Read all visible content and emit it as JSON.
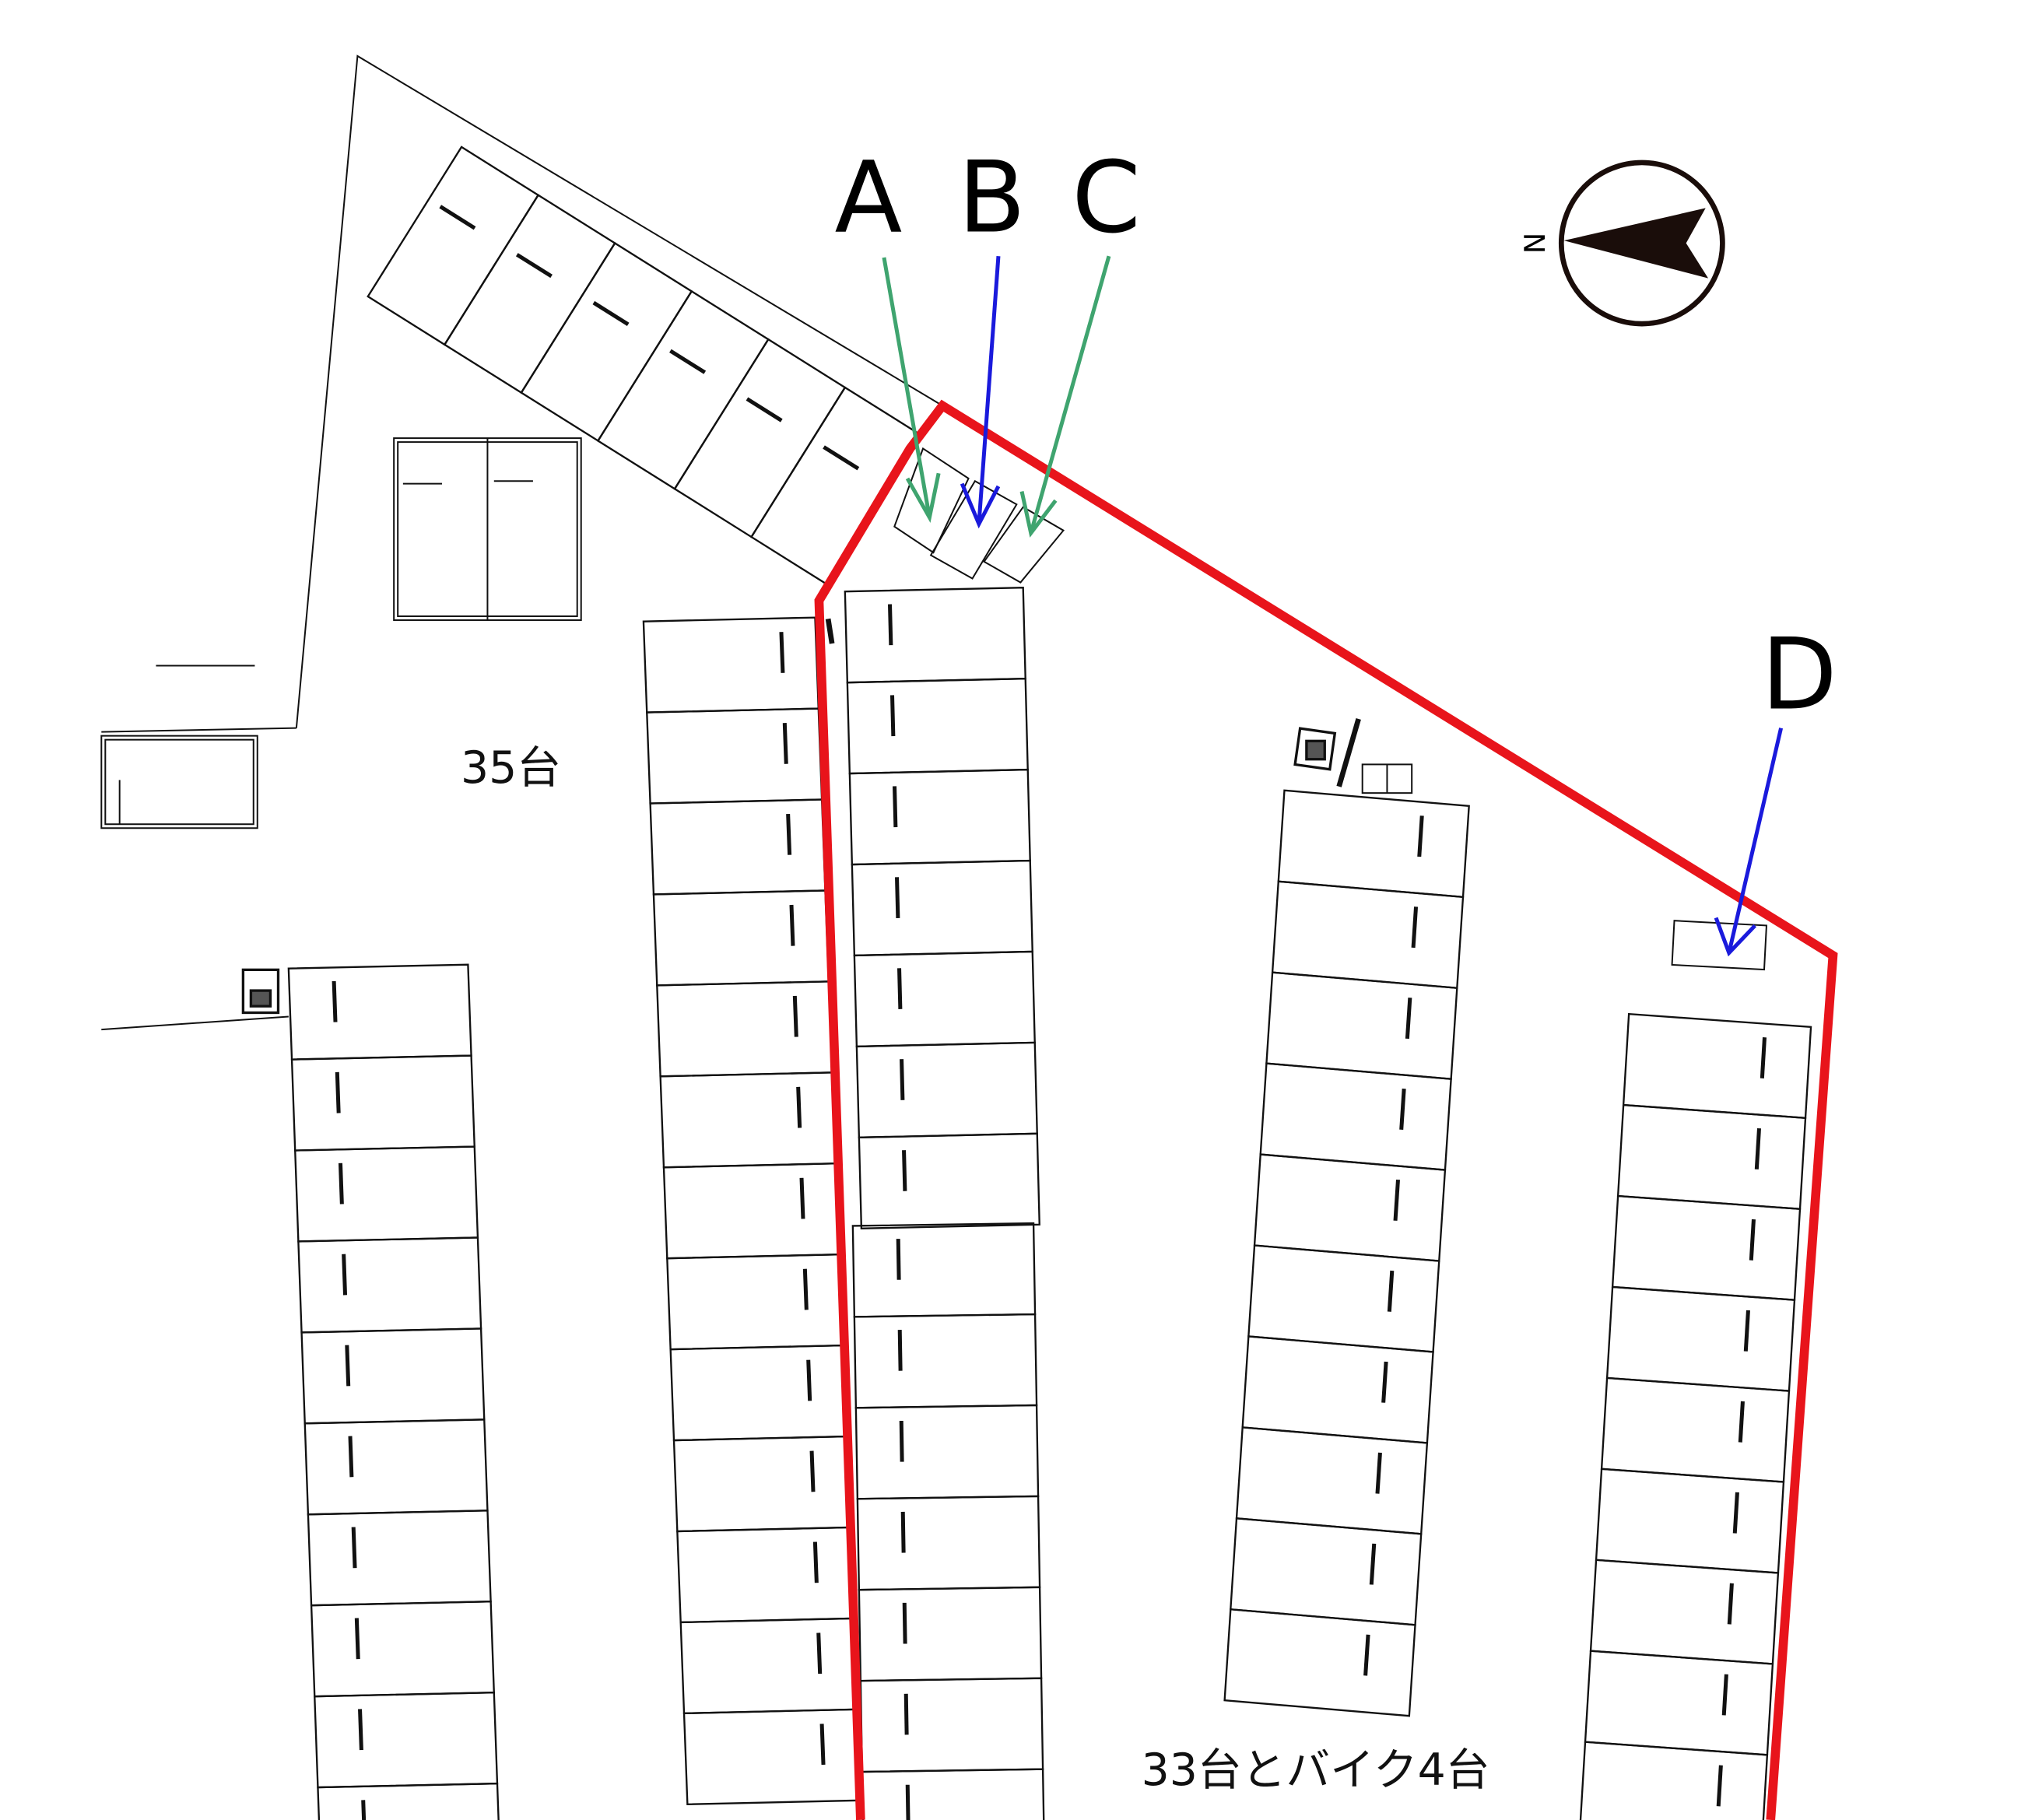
{
  "labels": {
    "a": "A",
    "b": "B",
    "c": "C",
    "d": "D",
    "left_area_capacity": "35台",
    "right_area_capacity": "33台とバイク4台",
    "compass_north": "N"
  },
  "colors": {
    "boundary": "#e8141b",
    "arrow_green": "#3fa46f",
    "arrow_blue": "#1a1adc",
    "lines": "#111111"
  },
  "icons": [
    "compass-icon",
    "ticket-machine-icon"
  ]
}
